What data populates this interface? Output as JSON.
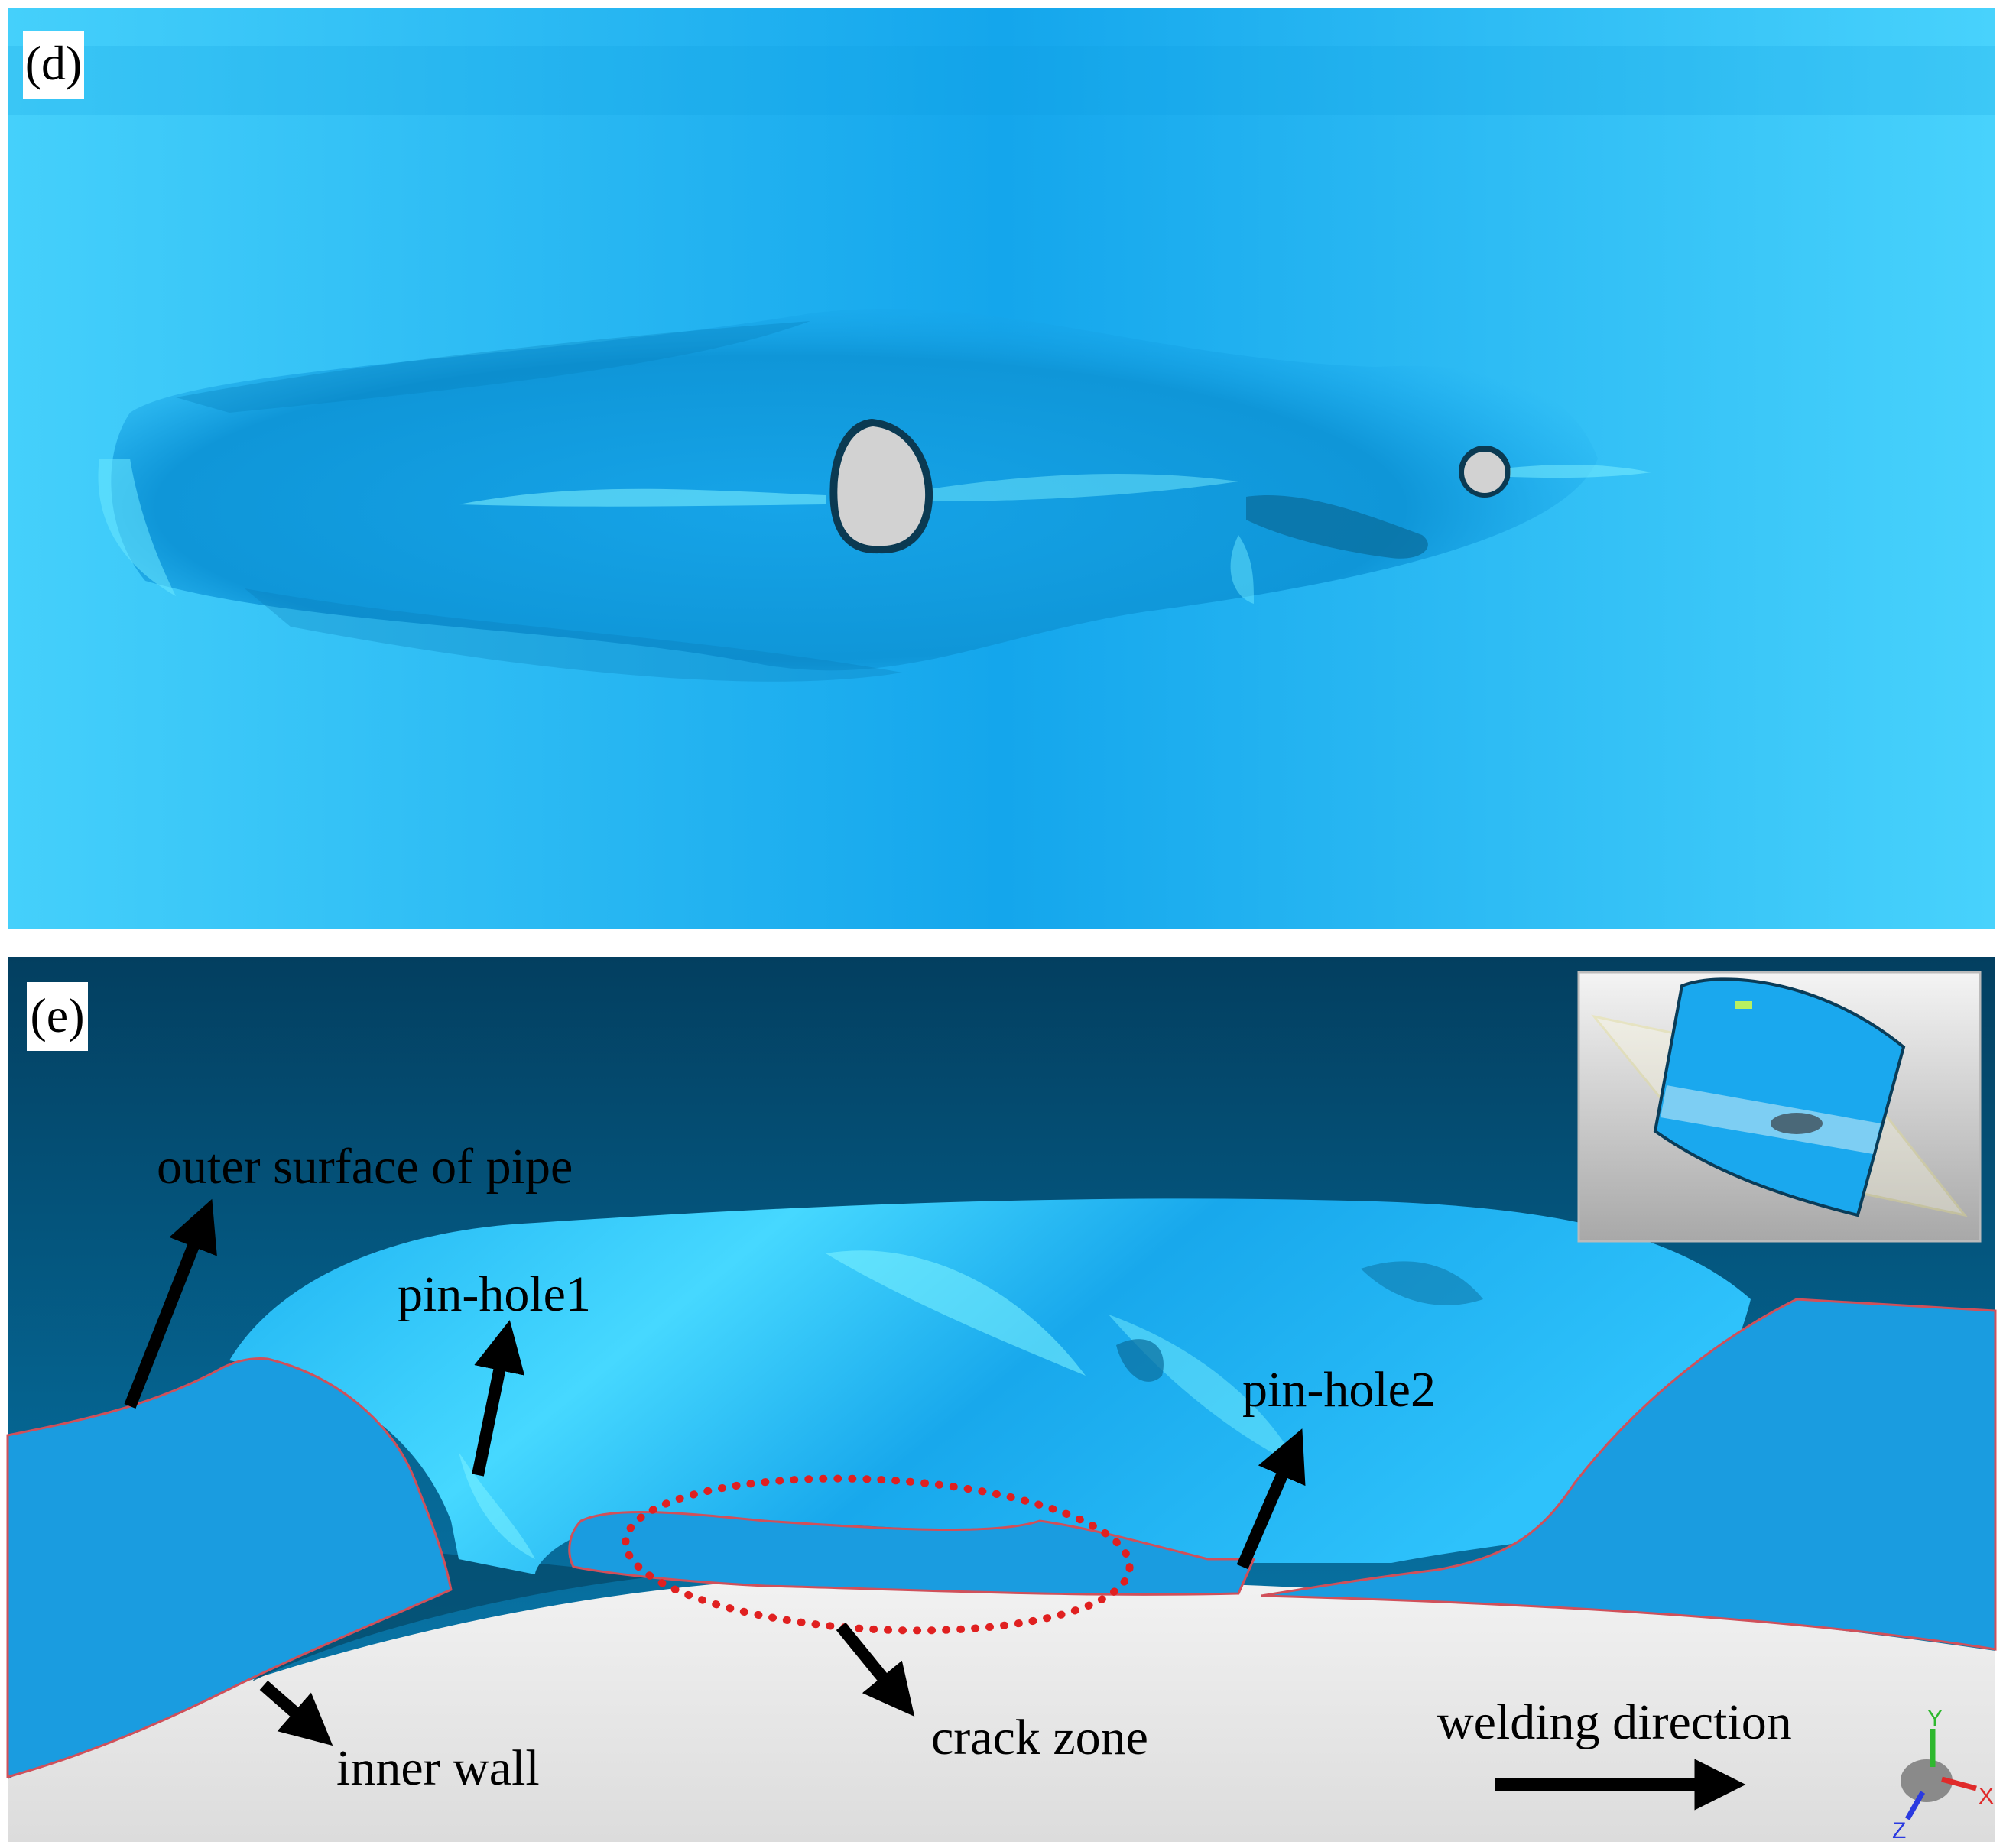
{
  "panel_d": {
    "label": "(d)",
    "colors": {
      "surface": "#19aef0",
      "highlight": "#5ee6ff",
      "shadow": "#0a86c4",
      "hole": "#d0d0d0"
    }
  },
  "panel_e": {
    "label": "(e)",
    "annotations": {
      "outer_surface": "outer surface of pipe",
      "pinhole1": "pin-hole1",
      "pinhole2": "pin-hole2",
      "crack_zone": "crack zone",
      "inner_wall": "inner wall",
      "welding_direction": "welding direction"
    },
    "axis_labels": {
      "x": "X",
      "y": "Y",
      "z": "Z"
    },
    "colors": {
      "background_dark": "#04557a",
      "section": "#1a9ce0",
      "weld_bead": "#22b8f5",
      "bead_highlight": "#6ff0ff",
      "outline": "#d0505a",
      "crack_outline": "#e02020",
      "inner_wall": "#e6e6e6"
    }
  }
}
